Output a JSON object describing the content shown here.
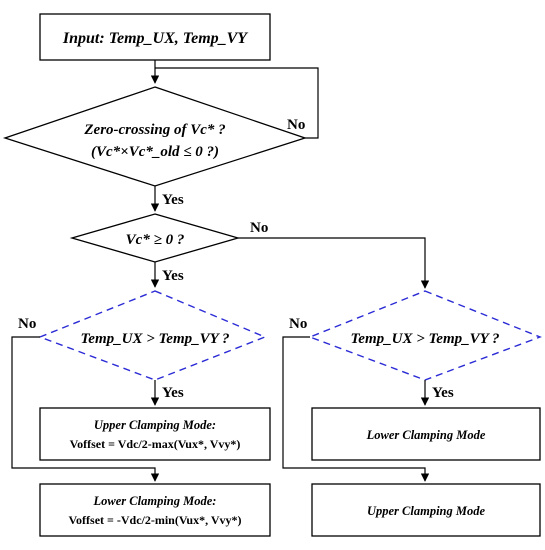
{
  "flowchart": {
    "input": "Input: Temp_UX, Temp_VY",
    "zero_crossing": {
      "line1": "Zero-crossing of Vc* ?",
      "line2": "(Vc*×Vc*_old ≤ 0 ?)"
    },
    "vc_check": "Vc* ≥ 0 ?",
    "temp_compare_left": "Temp_UX > Temp_VY ?",
    "temp_compare_right": "Temp_UX > Temp_VY ?",
    "left_yes_box": {
      "line1": "Upper Clamping Mode:",
      "line2": "Voffset = Vdc/2-max(Vux*, Vvy*)"
    },
    "left_no_box": {
      "line1": "Lower Clamping Mode:",
      "line2": "Voffset = -Vdc/2-min(Vux*, Vvy*)"
    },
    "right_yes_box": "Lower Clamping Mode",
    "right_no_box": "Upper Clamping Mode",
    "labels": {
      "yes": "Yes",
      "no": "No"
    }
  }
}
